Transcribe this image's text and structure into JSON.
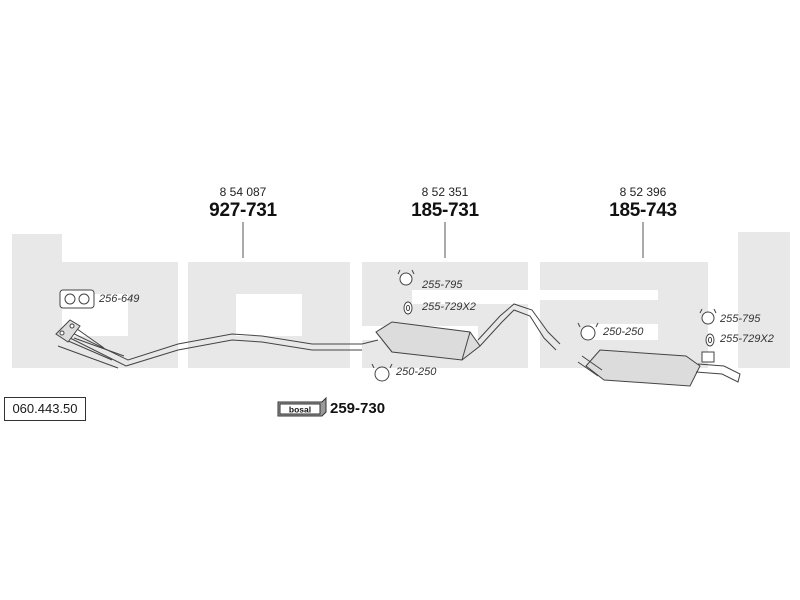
{
  "assemblies": [
    {
      "ref": "8 54 087",
      "part": "927-731"
    },
    {
      "ref": "8 52 351",
      "part": "185-731"
    },
    {
      "ref": "8 52 396",
      "part": "185-743"
    }
  ],
  "parts": {
    "gasket_front": "256-649",
    "center_clamp_top": "255-795",
    "center_rubber": "255-729X2",
    "center_clamp_bottom": "250-250",
    "rear_clamp_left": "250-250",
    "rear_clamp_right": "255-795",
    "rear_rubber": "255-729X2"
  },
  "mounting_kit": {
    "brand_mark": "bosal",
    "part": "259-730"
  },
  "catalog_code": "060.443.50",
  "background_watermark": "bosal",
  "colors": {
    "watermark": "#e8e8e8",
    "line": "#444444",
    "fill": "#dcdcdc"
  }
}
